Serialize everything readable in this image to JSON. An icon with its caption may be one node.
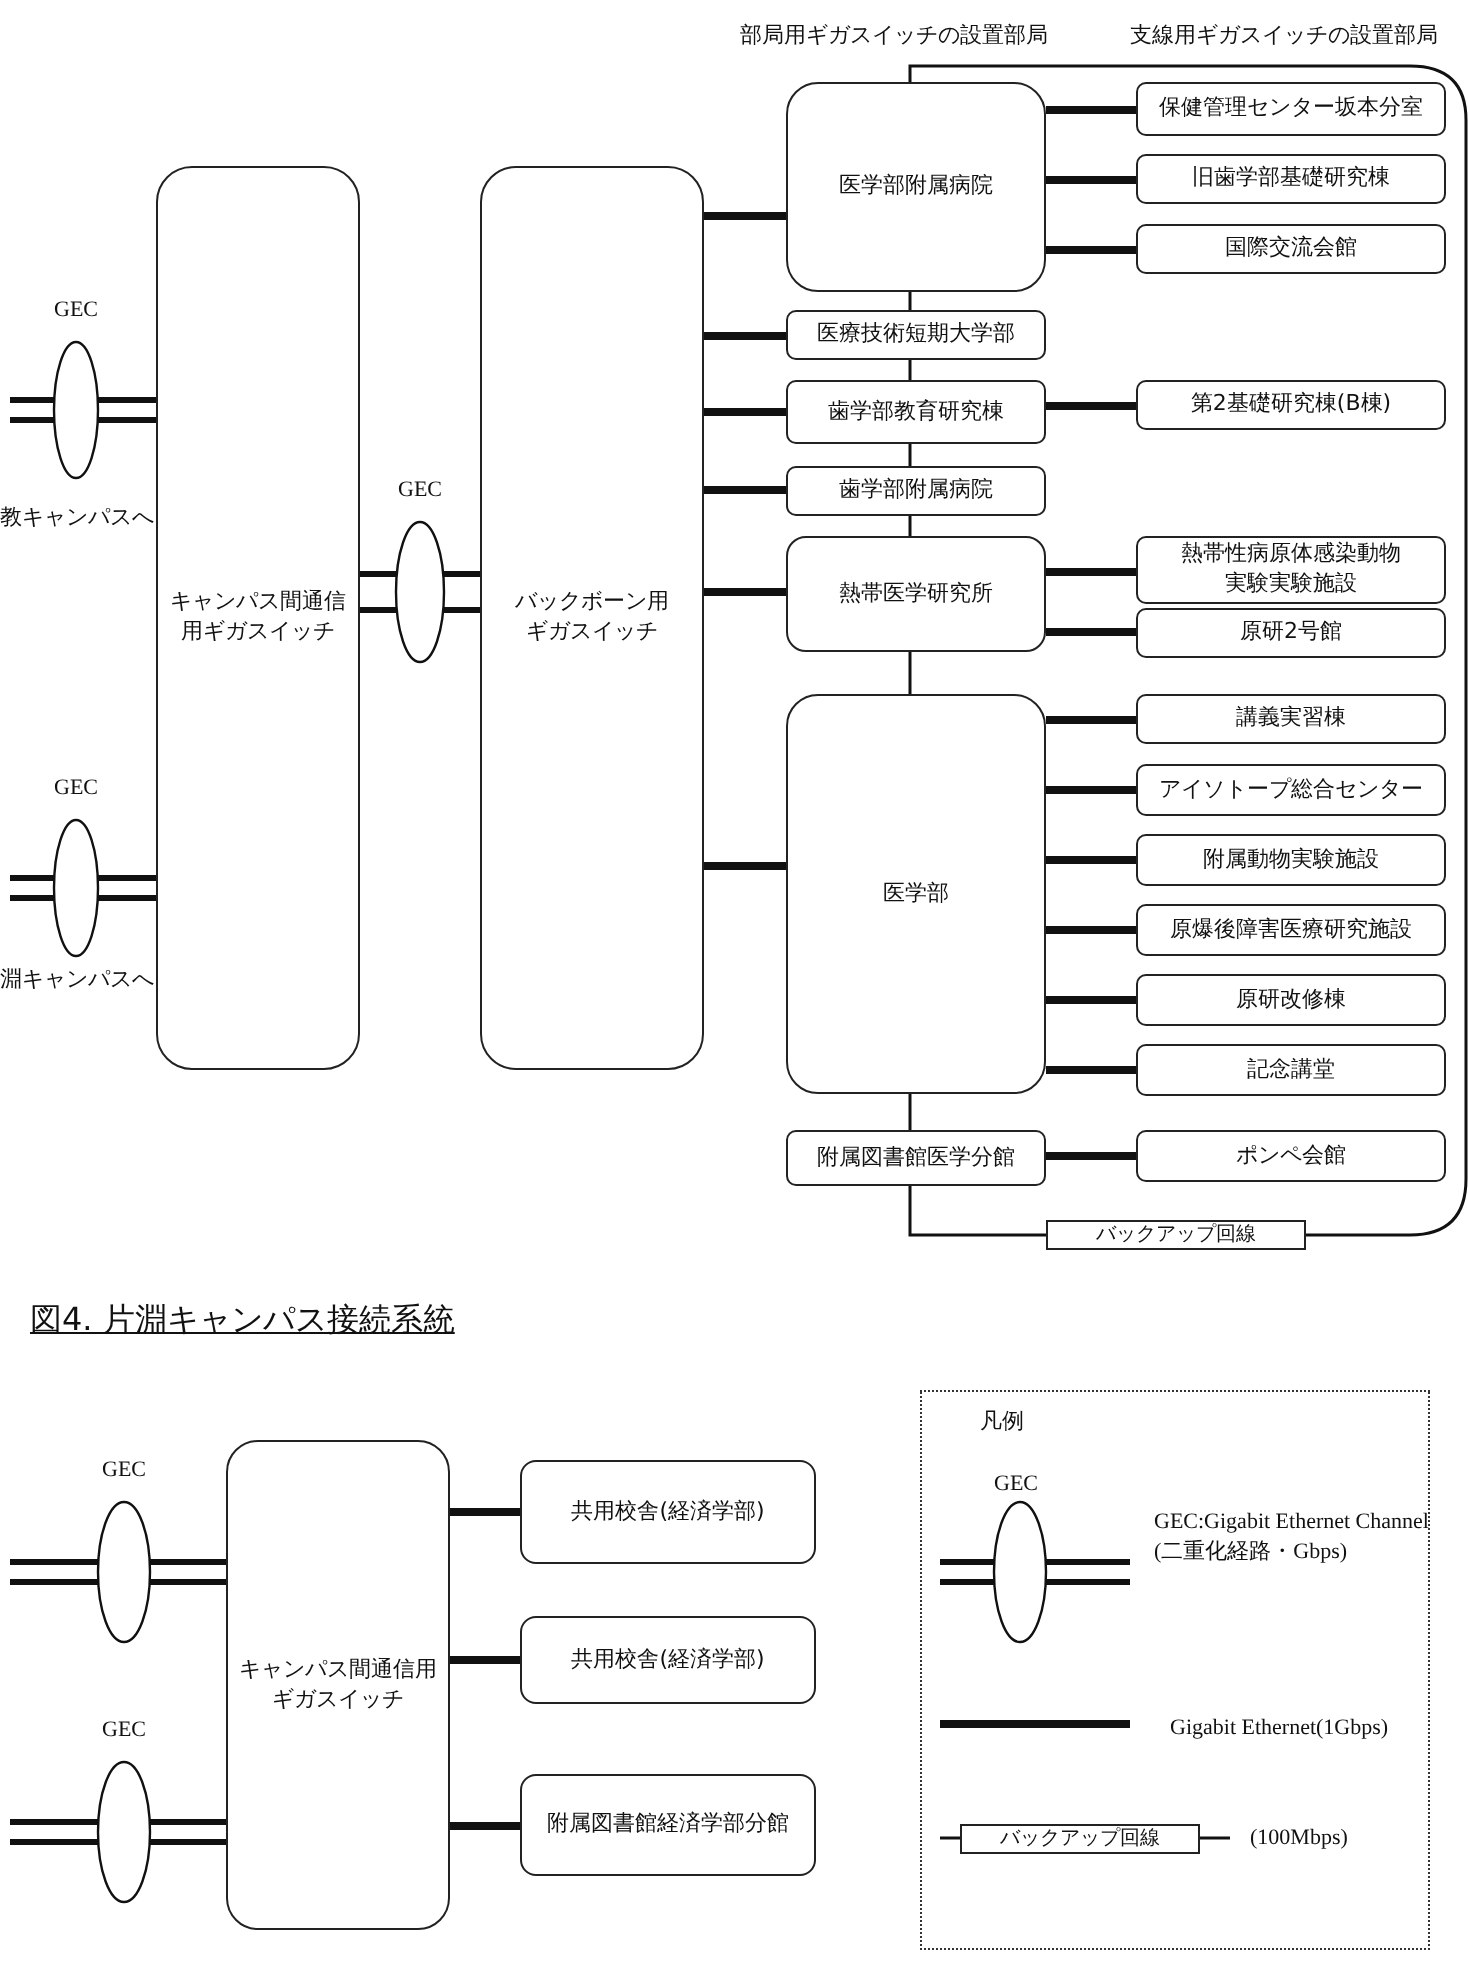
{
  "diagram": {
    "title": "図4. 片淵キャンパス接続系統",
    "nodes": [
      {
        "text": [
          "GEC"
        ]
      },
      {
        "text": [
          "GEC"
        ]
      },
      {
        "text": [
          "キャンパス間通信用ギガスイッチ"
        ]
      },
      {
        "text": [
          "GEC"
        ]
      },
      {
        "text": [
          "バックボーン用ギガスイッチ"
        ]
      },
      {
        "text": [
          "医学部附属病院"
        ]
      },
      {
        "text": [
          "医療技術短期大学部"
        ]
      },
      {
        "text": [
          "歯学部教育研究棟"
        ]
      },
      {
        "text": [
          "歯学部附属病院"
        ]
      },
      {
        "text": [
          "熱帯医学研究所"
        ]
      },
      {
        "text": [
          "医学部"
        ]
      },
      {
        "text": [
          "附属図書館医学分館"
        ]
      },
      {
        "text": [
          "保健管理センター坂本分室"
        ]
      },
      {
        "text": [
          "旧歯学部基礎研究棟"
        ]
      },
      {
        "text": [
          "国際交流会館"
        ]
      },
      {
        "text": [
          "第2基礎研究棟(B棟)"
        ]
      },
      {
        "text": [
          "熱帯性病原体感染動物実験実験施設"
        ]
      },
      {
        "text": [
          "原研2号館"
        ]
      },
      {
        "text": [
          "講義実習棟"
        ]
      },
      {
        "text": [
          "アイソトープ総合センター"
        ]
      },
      {
        "text": [
          "附属動物実験施設"
        ]
      },
      {
        "text": [
          "原爆後障害医療研究施設"
        ]
      },
      {
        "text": [
          "原研改修棟"
        ]
      },
      {
        "text": [
          "記念講堂"
        ]
      },
      {
        "text": [
          "ポンペ会館"
        ]
      },
      {
        "text": [
          "バックアップ回線"
        ]
      },
      {
        "text": [
          "GEC"
        ]
      },
      {
        "text": [
          "GEC"
        ]
      },
      {
        "text": [
          "キャンパス間通信用ギガスイッチ"
        ]
      },
      {
        "text": [
          "共用校舎(経済学部)"
        ]
      },
      {
        "text": [
          "共用校舎(経済学部)"
        ]
      },
      {
        "text": [
          "附属図書館経済学部分館"
        ]
      },
      {
        "text": [
          "バックアップ回線"
        ]
      }
    ],
    "edges": [
      {
        "from": null,
        "to": 0,
        "arrow": "none"
      },
      {
        "from": 0,
        "to": 2,
        "arrow": "none"
      },
      {
        "from": null,
        "to": 1,
        "arrow": "none"
      },
      {
        "from": 1,
        "to": 2,
        "arrow": "none"
      },
      {
        "from": 2,
        "to": 3,
        "arrow": "none"
      },
      {
        "from": 3,
        "to": 4,
        "arrow": "none"
      },
      {
        "from": 4,
        "to": 5,
        "arrow": "none"
      },
      {
        "from": 4,
        "to": 6,
        "arrow": "none"
      },
      {
        "from": 4,
        "to": 7,
        "arrow": "none"
      },
      {
        "from": 4,
        "to": 8,
        "arrow": "none"
      },
      {
        "from": 4,
        "to": 9,
        "arrow": "none"
      },
      {
        "from": 4,
        "to": 10,
        "arrow": "none"
      },
      {
        "from": 5,
        "to": 6,
        "arrow": "none"
      },
      {
        "from": 6,
        "to": 7,
        "arrow": "none"
      },
      {
        "from": 7,
        "to": 8,
        "arrow": "none"
      },
      {
        "from": 8,
        "to": 9,
        "arrow": "none"
      },
      {
        "from": 9,
        "to": 10,
        "arrow": "none"
      },
      {
        "from": 10,
        "to": 11,
        "arrow": "none"
      },
      {
        "from": 11,
        "to": 25,
        "arrow": "none"
      },
      {
        "from": 25,
        "to": 5,
        "arrow": "none"
      },
      {
        "from": 5,
        "to": 12,
        "arrow": "none"
      },
      {
        "from": 5,
        "to": 13,
        "arrow": "none"
      },
      {
        "from": 5,
        "to": 14,
        "arrow": "none"
      },
      {
        "from": 7,
        "to": 15,
        "arrow": "none"
      },
      {
        "from": 9,
        "to": 16,
        "arrow": "none"
      },
      {
        "from": 9,
        "to": 17,
        "arrow": "none"
      },
      {
        "from": 10,
        "to": 18,
        "arrow": "none"
      },
      {
        "from": 10,
        "to": 19,
        "arrow": "none"
      },
      {
        "from": 10,
        "to": 20,
        "arrow": "none"
      },
      {
        "from": 10,
        "to": 21,
        "arrow": "none"
      },
      {
        "from": 10,
        "to": 22,
        "arrow": "none"
      },
      {
        "from": 10,
        "to": 23,
        "arrow": "none"
      },
      {
        "from": 11,
        "to": 24,
        "arrow": "none"
      },
      {
        "from": null,
        "to": 26,
        "arrow": "none"
      },
      {
        "from": 26,
        "to": 28,
        "arrow": "none"
      },
      {
        "from": null,
        "to": 27,
        "arrow": "none"
      },
      {
        "from": 27,
        "to": 28,
        "arrow": "none"
      },
      {
        "from": 28,
        "to": 29,
        "arrow": "none"
      },
      {
        "from": 28,
        "to": 30,
        "arrow": "none"
      },
      {
        "from": 28,
        "to": 31,
        "arrow": "none"
      }
    ],
    "labels": [
      "部局用ギガスイッチの設置部局",
      "支線用ギガスイッチの設置部局",
      "教キャンパスへ",
      "淵キャンパスへ",
      "凡例",
      "GEC"
    ],
    "legend": [
      {
        "text": "GEC:Gigabit Ethernet Channel (二重化経路・Gbps)"
      },
      {
        "text": "Gigabit Ethernet(1Gbps)"
      },
      {
        "text": "(100Mbps)"
      }
    ]
  }
}
